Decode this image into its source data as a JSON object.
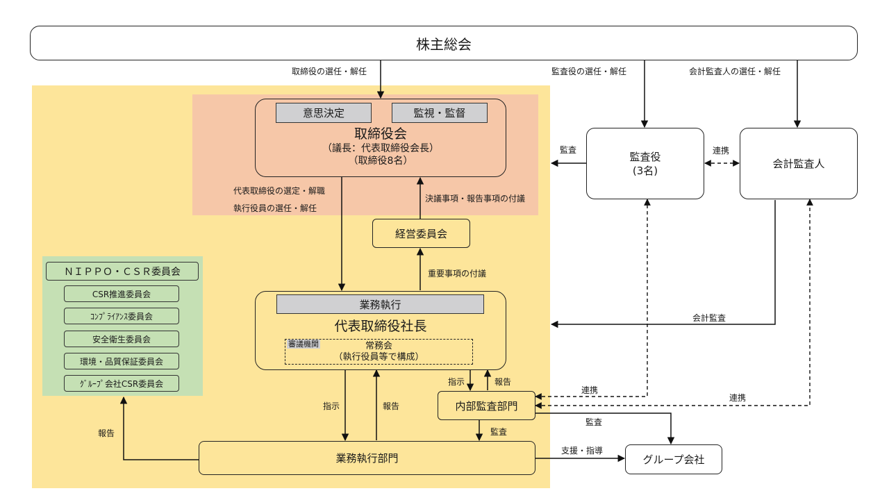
{
  "shareholders": "株主総会",
  "board": {
    "decision": "意思決定",
    "supervision": "監視・監督",
    "title": "取締役会",
    "chair": "（議長：代表取締役会長）",
    "members": "（取締役8名）"
  },
  "auditors": {
    "title": "監査役",
    "count": "(3名)"
  },
  "accounting_auditor": "会計監査人",
  "management_committee": "経営委員会",
  "president": {
    "header": "業務執行",
    "title": "代表取締役社長",
    "deliberation_tag": "審議機関",
    "council": "常務会",
    "council_note": "（執行役員等で構成）"
  },
  "internal_audit": "内部監査部門",
  "business_dept": "業務執行部門",
  "group_company": "グループ会社",
  "csr": {
    "title": "ＮＩＰＰＯ・ＣＳＲ委員会",
    "items": [
      "CSR推進委員会",
      "ｺﾝﾌﾟﾗｲｱﾝｽ委員会",
      "安全衛生委員会",
      "環境・品質保証委員会",
      "ｸﾞﾙｰﾌﾟ会社CSR委員会"
    ]
  },
  "labels": {
    "elect_directors": "取締役の選任・解任",
    "elect_auditors": "監査役の選任・解任",
    "elect_acct_auditor": "会計監査人の選任・解任",
    "audit_board": "監査",
    "cooperation_top": "連携",
    "select_rep": "代表取締役の選定・解職",
    "elect_officers": "執行役員の選任・解任",
    "submit_resolutions": "決議事項・報告事項の付議",
    "submit_important": "重要事項の付議",
    "accounting_audit": "会計監査",
    "instruct_internal": "指示",
    "report_internal": "報告",
    "coop_internal_1": "連携",
    "coop_internal_2": "連携",
    "audit_group": "監査",
    "audit_business": "監査",
    "instruct_business": "指示",
    "report_business": "報告",
    "report_csr": "報告",
    "support": "支援・指導"
  },
  "colors": {
    "yellow_area": "#fde59a",
    "pink_area": "#f6c7a8",
    "green_area": "#c5e0b4",
    "grey_header": "#d0d0d2"
  }
}
